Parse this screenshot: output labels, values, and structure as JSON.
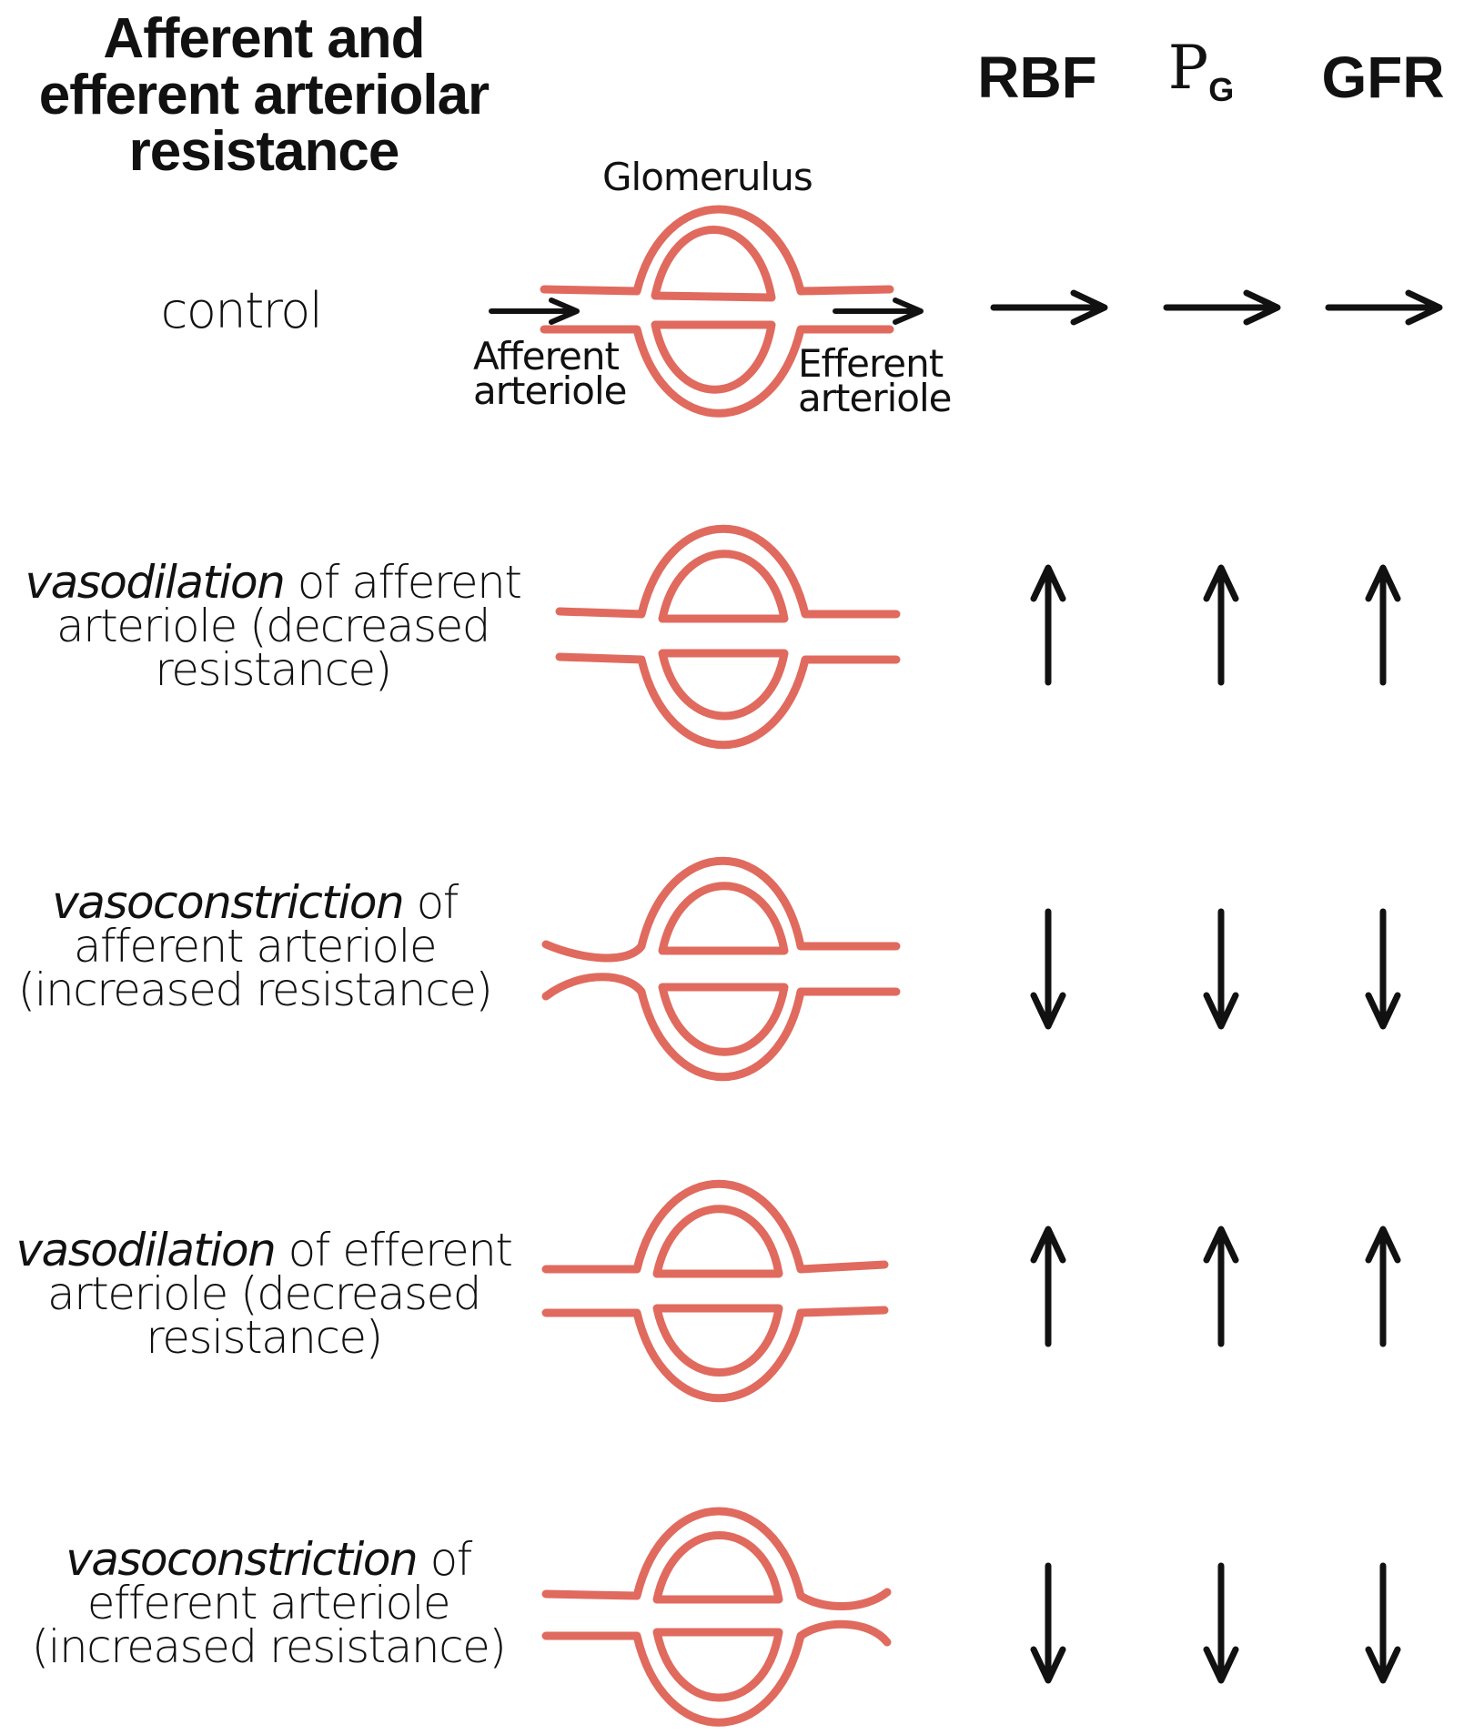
{
  "title": [
    "Afferent and",
    "efferent arteriolar",
    "resistance"
  ],
  "columns": [
    "RBF",
    "P",
    "G",
    "GFR"
  ],
  "labels": {
    "glomerulus": "Glomerulus",
    "afferent": [
      "Afferent",
      "arteriole"
    ],
    "efferent": [
      "Efferent",
      "arteriole"
    ]
  },
  "rows": [
    {
      "lines": [
        {
          "pre": "",
          "em": "",
          "post": "control"
        }
      ],
      "effects": [
        "same",
        "same",
        "same"
      ]
    },
    {
      "lines": [
        {
          "pre": "",
          "em": "vasodilation",
          "post": " of afferent"
        },
        {
          "pre": "arteriole (decreased",
          "em": "",
          "post": ""
        },
        {
          "pre": "resistance)",
          "em": "",
          "post": ""
        }
      ],
      "effects": [
        "up",
        "up",
        "up"
      ]
    },
    {
      "lines": [
        {
          "pre": "",
          "em": "vasoconstriction",
          "post": " of"
        },
        {
          "pre": "afferent arteriole",
          "em": "",
          "post": ""
        },
        {
          "pre": "(increased resistance)",
          "em": "",
          "post": ""
        }
      ],
      "effects": [
        "down",
        "down",
        "down"
      ]
    },
    {
      "lines": [
        {
          "pre": "",
          "em": "vasodilation",
          "post": " of efferent"
        },
        {
          "pre": "arteriole (decreased",
          "em": "",
          "post": ""
        },
        {
          "pre": "resistance)",
          "em": "",
          "post": ""
        }
      ],
      "effects": [
        "up",
        "up",
        "up"
      ]
    },
    {
      "lines": [
        {
          "pre": "",
          "em": "vasoconstriction",
          "post": " of"
        },
        {
          "pre": "efferent arteriole",
          "em": "",
          "post": ""
        },
        {
          "pre": "(increased resistance)",
          "em": "",
          "post": ""
        }
      ],
      "effects": [
        "down",
        "down",
        "down"
      ]
    }
  ],
  "colors": {
    "vessel": "#e06a5e",
    "arrow": "#111111",
    "text": "#111111"
  }
}
